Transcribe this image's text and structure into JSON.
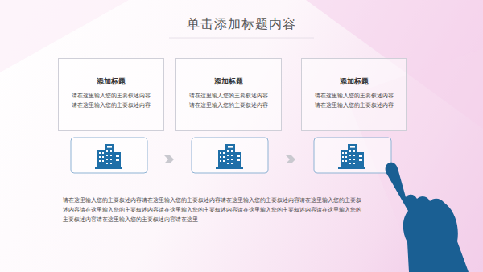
{
  "diagram": {
    "title": "单击添加标题内容",
    "nodes": [
      {
        "text": [
          "添加标题",
          "请在这里输入您的主要叙述内容",
          "请在这里输入您的主要叙述内容"
        ]
      },
      {
        "text": [
          "添加标题",
          "请在这里输入您的主要叙述内容",
          "请在这里输入您的主要叙述内容"
        ]
      },
      {
        "text": [
          "添加标题",
          "请在这里输入您的主要叙述内容",
          "请在这里输入您的主要叙述内容"
        ]
      }
    ],
    "labels": [
      "请在这里输入您的主要叙述内容请在这里输入您的主要叙述内容请在这里输入您的主要叙述内容请在这里输入您的主要叙述内容请在这里输入您的主要叙述内容请在这里输入您的主要叙述内容请在这里输入您的主要叙述内容请在这里输入您的主要叙述内容请在这里输入您的主要叙述内容请在这里"
    ]
  }
}
